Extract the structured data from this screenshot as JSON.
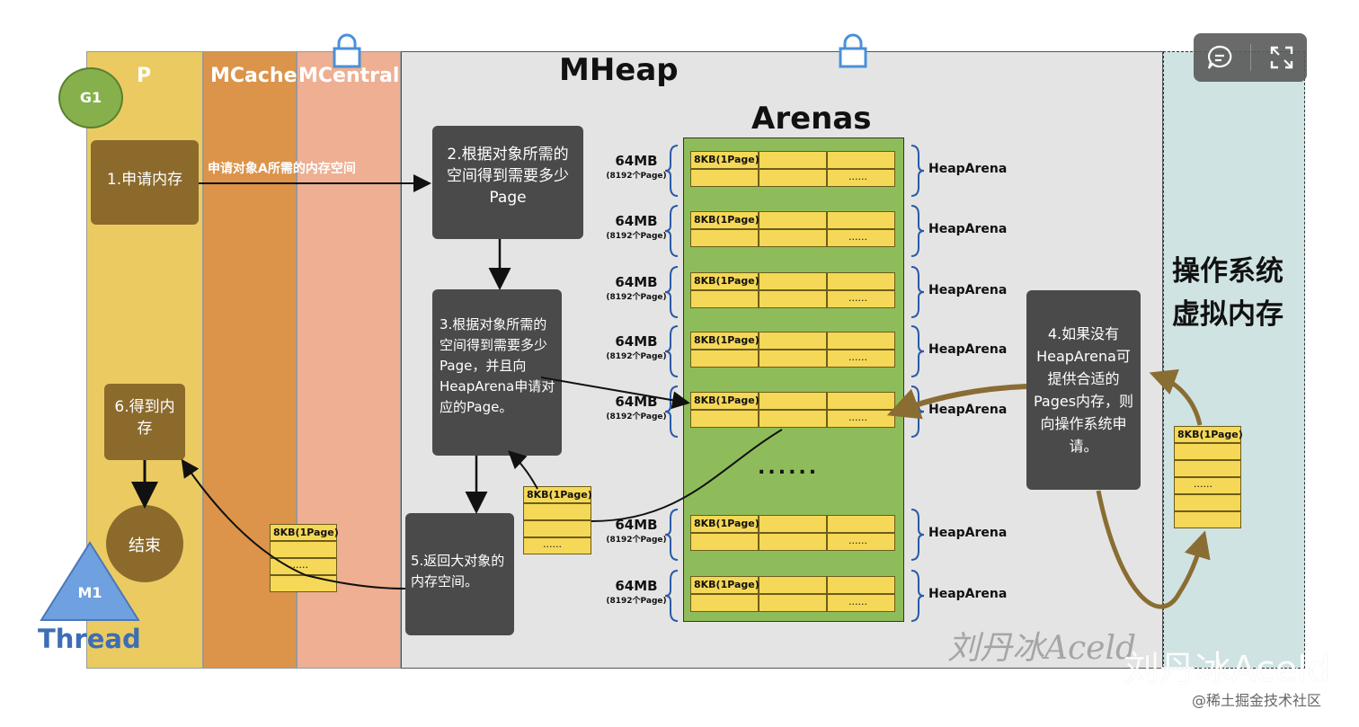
{
  "columns": {
    "p": "P",
    "mcache": "MCache",
    "mcentral": "MCentral",
    "mheap": "MHeap",
    "arenas": "Arenas"
  },
  "actors": {
    "g1": "G1",
    "m1": "M1",
    "thread": "Thread",
    "end": "结束"
  },
  "steps": {
    "s1": "1.申请内存",
    "s1_arrow": "申请对象A所需的内存空间",
    "s2": "2.根据对象所需的空间得到需要多少Page",
    "s3": "3.根据对象所需的空间得到需要多少Page，并且向HeapArena申请对应的Page。",
    "s4": "4.如果没有HeapArena可提供合适的Pages内存，则向操作系统申请。",
    "s5": "5.返回大对象的内存空间。",
    "s6": "6.得到内存"
  },
  "os": {
    "line1": "操作系统",
    "line2": "虚拟内存"
  },
  "arena": {
    "size": "64MB",
    "pages": "(8192个Page)",
    "heap_arena": "HeapArena",
    "page_label": "8KB(1Page)",
    "dots": "......",
    "gap_dots": "......"
  },
  "watermarks": {
    "w1": "刘丹冰Aceld",
    "w2": "刘丹冰Aceld",
    "credit": "@稀土掘金技术社区"
  },
  "icons": [
    "lock-icon",
    "comment-icon",
    "expand-icon"
  ],
  "colors": {
    "p": "#ebcb61",
    "mcache": "#db944a",
    "mcentral": "#eeaf93",
    "mheap": "#e4e4e4",
    "os": "#cfe3e3",
    "arena": "#8fbc5a",
    "page": "#f5d857",
    "step": "#4a4a4a",
    "brown": "#8b6a2c",
    "arrow_brown": "#8a6d33",
    "lock": "#4a90d9",
    "thread": "#3d6db5"
  }
}
